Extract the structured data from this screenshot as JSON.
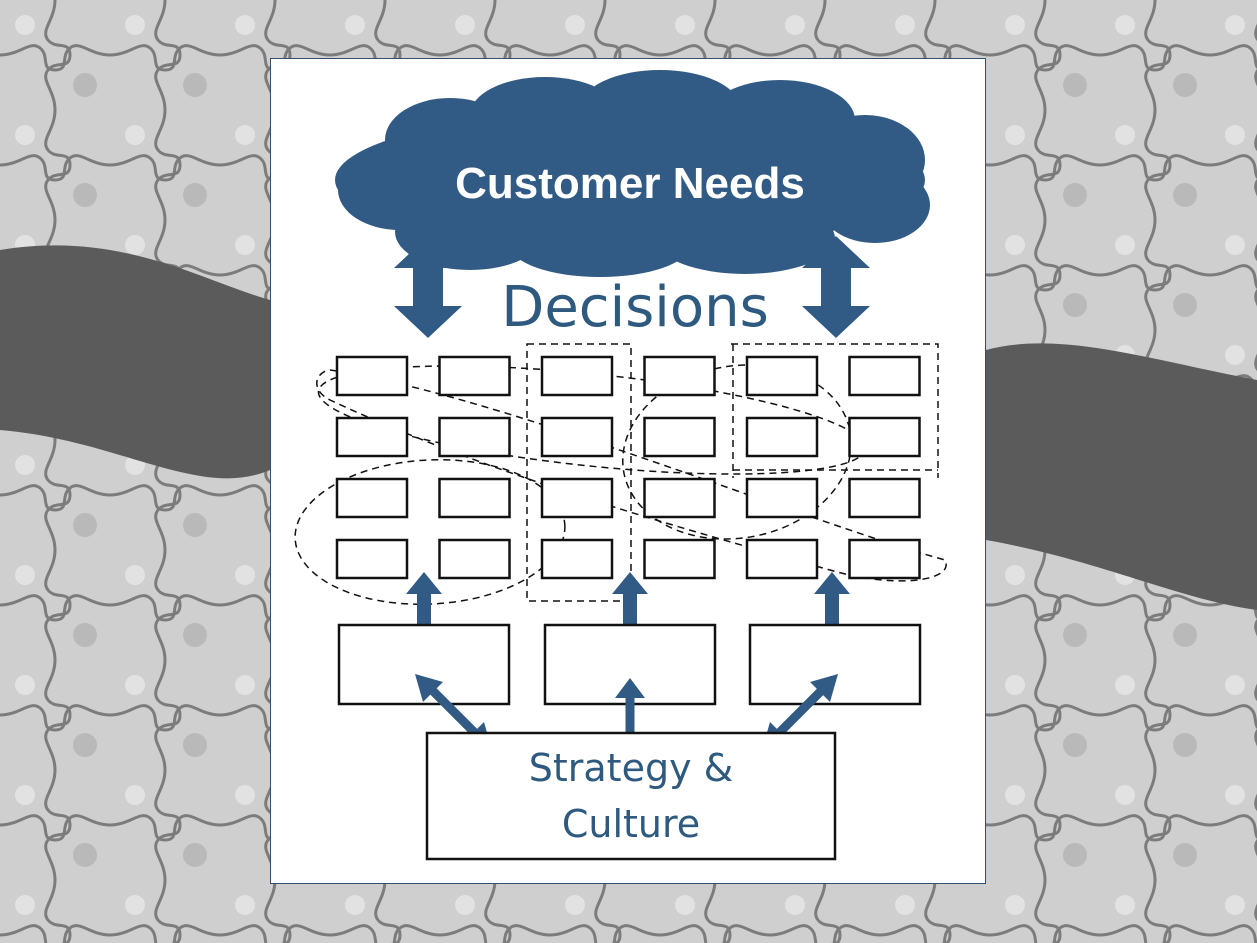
{
  "colors": {
    "accent": "#2f5a80",
    "cloud": "#315b84",
    "panel": "#ffffff",
    "background": "#8a8a8a"
  },
  "background_image": "jigsaw-puzzle-pieces",
  "diagram": {
    "cloud_label": "Customer Needs",
    "decisions_label": "Decisions",
    "foundation_label": "Strategy &\nCulture",
    "decision_grid": {
      "rows": 4,
      "columns": 6
    },
    "middle_boxes": 3
  }
}
